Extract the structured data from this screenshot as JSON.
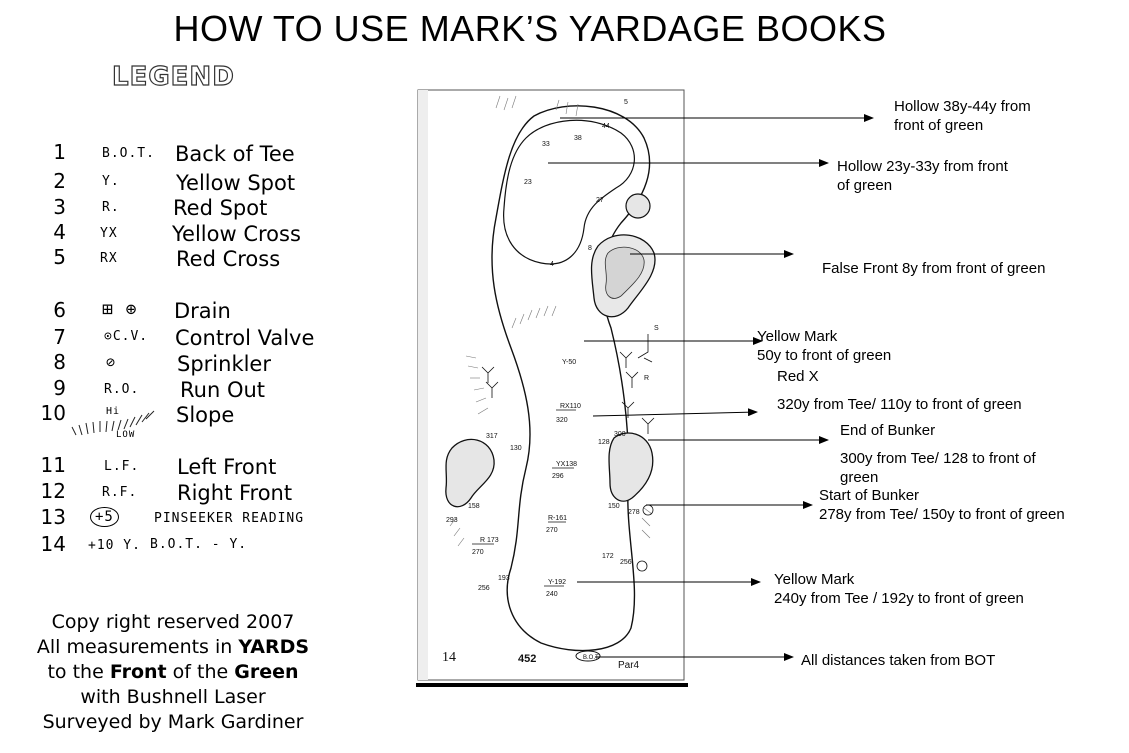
{
  "title": "HOW TO USE MARK’S YARDAGE BOOKS",
  "legend": {
    "heading": "LEGEND",
    "items": [
      {
        "num": "1",
        "symbol": "B.O.T.",
        "name": "Back of Tee"
      },
      {
        "num": "2",
        "symbol": "Y.",
        "name": "Yellow Spot"
      },
      {
        "num": "3",
        "symbol": "R.",
        "name": "Red Spot"
      },
      {
        "num": "4",
        "symbol": "YX",
        "name": "Yellow Cross"
      },
      {
        "num": "5",
        "symbol": "RX",
        "name": "Red Cross"
      },
      {
        "num": "6",
        "symbol": "⊞ ⊕",
        "name": "Drain"
      },
      {
        "num": "7",
        "symbol": "⊙C.V.",
        "name": "Control Valve"
      },
      {
        "num": "8",
        "symbol": "⊘",
        "name": "Sprinkler"
      },
      {
        "num": "9",
        "symbol": "R.O.",
        "name": "Run Out"
      },
      {
        "num": "10",
        "symbol": "Hi",
        "symbol2": "LOW",
        "name": "Slope"
      },
      {
        "num": "11",
        "symbol": "L.F.",
        "name": "Left Front"
      },
      {
        "num": "12",
        "symbol": "R.F.",
        "name": "Right Front"
      },
      {
        "num": "13",
        "symbol": "+5",
        "name": "PINSEEKER READING"
      },
      {
        "num": "14",
        "symbol": "+10 Y.",
        "name": "B.O.T. - Y."
      }
    ]
  },
  "copyright": {
    "line1": "Copy right reserved 2007",
    "line2a": "All measurements in ",
    "line2b": "YARDS",
    "line3a": "to the ",
    "line3b": "Front",
    "line3c": " of the ",
    "line3d": "Green",
    "line4": "with Bushnell Laser",
    "line5": "Surveyed by Mark Gardiner"
  },
  "hole": {
    "number": "14",
    "yards": "452",
    "par": "Par4",
    "bot": "B.O.T.",
    "labels": [
      "5",
      "44",
      "38",
      "33",
      "23",
      "27",
      "8",
      "4",
      "Y-50",
      "RX110",
      "320",
      "YX138",
      "296",
      "R-161",
      "270",
      "R 173",
      "270",
      "193",
      "256",
      "Y-192",
      "240",
      "317",
      "130",
      "158",
      "293",
      "128",
      "300",
      "150",
      "278",
      "172",
      "256",
      "S",
      "R"
    ]
  },
  "callouts": [
    {
      "line1": "Hollow 38y-44y from",
      "line2": "front of green"
    },
    {
      "line1": "Hollow 23y-33y from front",
      "line2": "of green"
    },
    {
      "line1": "False Front 8y from front of green"
    },
    {
      "line1": "Yellow Mark",
      "line2": "50y to front of green"
    },
    {
      "line1": "Red X"
    },
    {
      "line1": "320y from Tee/ 110y to front of green"
    },
    {
      "line1": "End of Bunker"
    },
    {
      "line1": "300y from Tee/ 128 to front of",
      "line2": "green"
    },
    {
      "line1": "Start of Bunker",
      "line2": "278y from Tee/ 150y to front of green"
    },
    {
      "line1": "Yellow Mark",
      "line2": "240y from Tee / 192y to front of green"
    },
    {
      "line1": "All distances taken from BOT"
    }
  ]
}
